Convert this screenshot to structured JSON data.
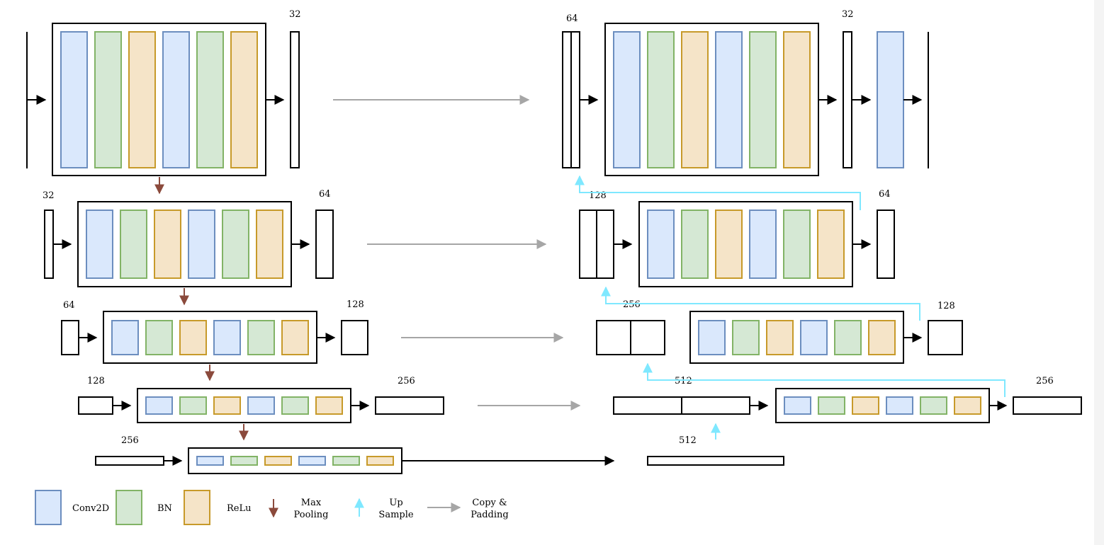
{
  "colors": {
    "conv_fill": "#dae8fc",
    "conv_stroke": "#6c8ebf",
    "bn_fill": "#d5e8d4",
    "bn_stroke": "#82b366",
    "relu_fill": "#f5e4c8",
    "relu_stroke": "#c79a2a",
    "maxpool": "#8b4a3c",
    "upsample": "#7fe8ff",
    "copy": "#a6a6a6"
  },
  "labels": {
    "enc1_in": "",
    "enc1_out": "32",
    "enc2_in": "32",
    "enc2_out": "64",
    "enc3_in": "64",
    "enc3_out": "128",
    "enc4_in": "128",
    "enc4_out": "256",
    "bott_in": "256",
    "bott_out": "512",
    "dec1_cat": "64",
    "dec1_out": "32",
    "dec2_cat": "128",
    "dec2_out": "64",
    "dec3_cat": "256",
    "dec3_out": "128",
    "dec4_cat": "512",
    "dec4_out": "256"
  },
  "legend": {
    "conv": "Conv2D",
    "bn": "BN",
    "relu": "ReLu",
    "maxpool_line1": "Max",
    "maxpool_line2": "Pooling",
    "upsample_line1": "Up",
    "upsample_line2": "Sample",
    "copy_line1": "Copy &",
    "copy_line2": "Padding"
  }
}
